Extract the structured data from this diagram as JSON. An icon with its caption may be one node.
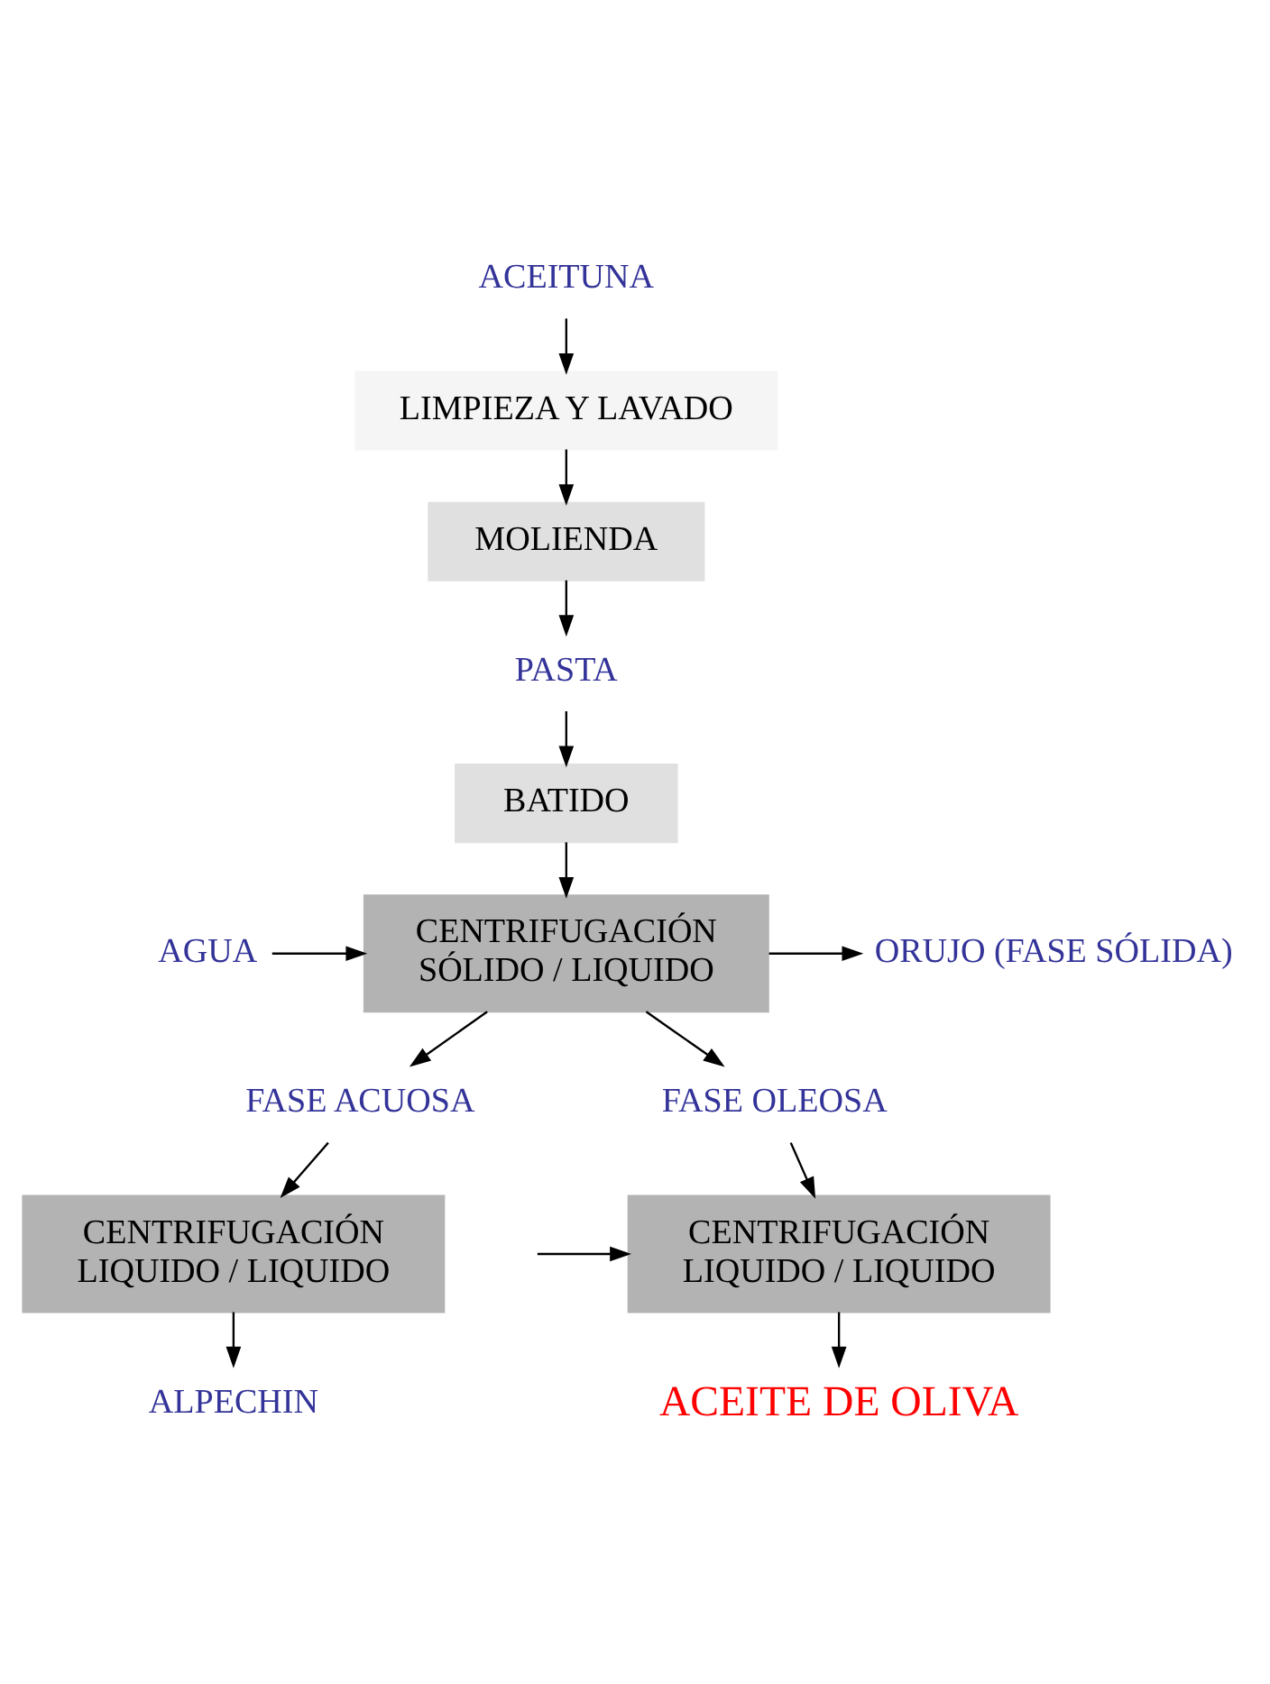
{
  "diagram": {
    "nodes": [
      {
        "text": [
          "ACEITUNA"
        ]
      },
      {
        "text": [
          "LIMPIEZA Y LAVADO"
        ]
      },
      {
        "text": [
          "MOLIENDA"
        ]
      },
      {
        "text": [
          "PASTA"
        ]
      },
      {
        "text": [
          "BATIDO"
        ]
      },
      {
        "text": [
          "CENTRIFUGACIÓN SÓLIDO / LIQUIDO"
        ]
      },
      {
        "text": [
          "AGUA"
        ]
      },
      {
        "text": [
          "ORUJO (FASE SÓLIDA)"
        ]
      },
      {
        "text": [
          "FASE ACUOSA"
        ]
      },
      {
        "text": [
          "FASE OLEOSA"
        ]
      },
      {
        "text": [
          "CENTRIFUGACIÓN LIQUIDO / LIQUIDO"
        ]
      },
      {
        "text": [
          "CENTRIFUGACIÓN LIQUIDO / LIQUIDO"
        ]
      },
      {
        "text": [
          "ALPECHIN"
        ]
      },
      {
        "text": [
          "ACEITE DE OLIVA"
        ]
      }
    ],
    "edges": [
      {
        "from": 0,
        "to": 1,
        "arrow": "to"
      },
      {
        "from": 1,
        "to": 2,
        "arrow": "to"
      },
      {
        "from": 2,
        "to": 3,
        "arrow": "to"
      },
      {
        "from": 3,
        "to": 4,
        "arrow": "to"
      },
      {
        "from": 4,
        "to": 5,
        "arrow": "to"
      },
      {
        "from": 6,
        "to": 5,
        "arrow": "to"
      },
      {
        "from": 5,
        "to": 7,
        "arrow": "to"
      },
      {
        "from": 5,
        "to": 8,
        "arrow": "to"
      },
      {
        "from": 5,
        "to": 9,
        "arrow": "to"
      },
      {
        "from": 8,
        "to": 10,
        "arrow": "to"
      },
      {
        "from": 9,
        "to": 11,
        "arrow": "to"
      },
      {
        "from": null,
        "to": 11,
        "arrow": "to"
      },
      {
        "from": 10,
        "to": 12,
        "arrow": "to"
      },
      {
        "from": 11,
        "to": 13,
        "arrow": "to"
      }
    ]
  }
}
